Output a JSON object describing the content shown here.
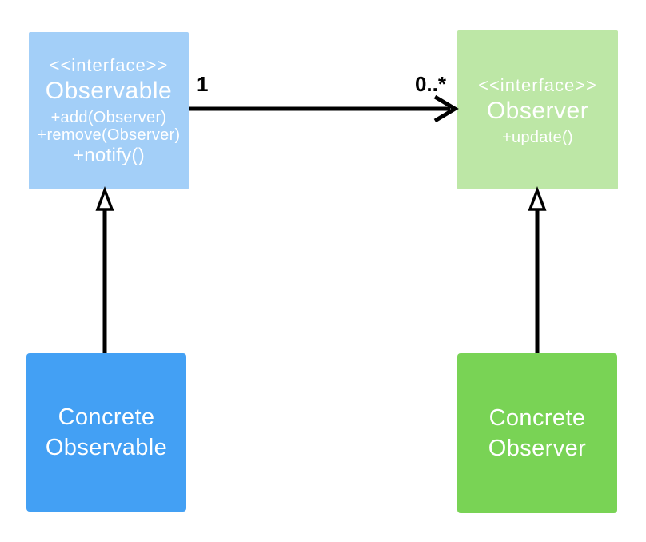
{
  "boxes": {
    "observable_interface": {
      "stereotype": "<<interface>>",
      "name": "Observable",
      "methods": [
        "+add(Observer)",
        "+remove(Observer)",
        "+notify()"
      ],
      "bg_color": "#A3CFF8",
      "text_color": "#FFFFFF"
    },
    "observer_interface": {
      "stereotype": "<<interface>>",
      "name": "Observer",
      "methods": [
        "+update()"
      ],
      "bg_color": "#BDE7A6",
      "text_color": "#FFFFFF"
    },
    "concrete_observable": {
      "name_lines": [
        "Concrete",
        "Observable"
      ],
      "bg_color": "#43A0F4",
      "text_color": "#FFFFFF"
    },
    "concrete_observer": {
      "name_lines": [
        "Concrete",
        "Observer"
      ],
      "bg_color": "#79D355",
      "text_color": "#FFFFFF"
    }
  },
  "association": {
    "source_multiplicity": "1",
    "target_multiplicity": "0..*",
    "arrow_color": "#000000"
  }
}
